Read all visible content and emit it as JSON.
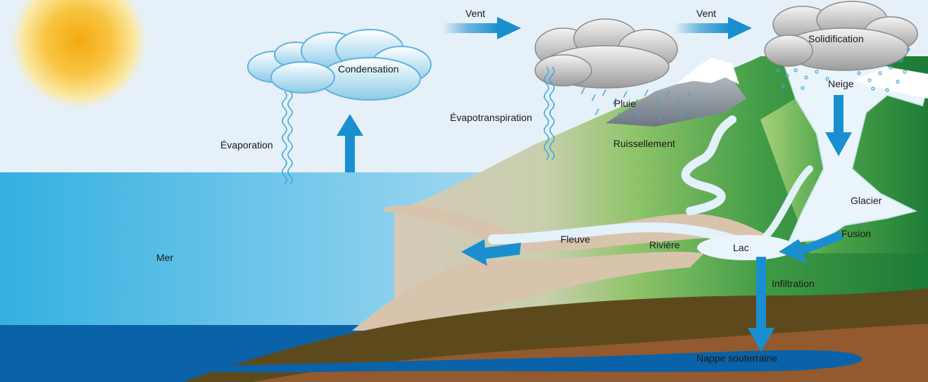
{
  "labels": {
    "evaporation": "Évaporation",
    "condensation": "Condensation",
    "wind_1": "Vent",
    "wind_2": "Vent",
    "evapotranspiration": "Évapotranspiration",
    "rain": "Pluie",
    "solidification": "Solidification",
    "snow": "Neige",
    "runoff": "Ruissellement",
    "glacier": "Glacier",
    "melting": "Fusion",
    "lake": "Lac",
    "river": "Rivière",
    "stream": "Fleuve",
    "sea": "Mer",
    "infiltration": "Infiltration",
    "aquifer": "Nappe souterraine"
  },
  "colors": {
    "sky": "#e6f0f8",
    "sea_light": "#a6d9f2",
    "sea_dark": "#34b0e0",
    "deep_sea": "#0a62a8",
    "arrow": "#1a8fd0",
    "soil_dark": "#5d4a1c",
    "soil_brown": "#93592f",
    "grass_light": "#8fc46a",
    "grass_dark": "#1b7a35",
    "sand": "#d8c4ad",
    "sun": "#f6b21a"
  }
}
